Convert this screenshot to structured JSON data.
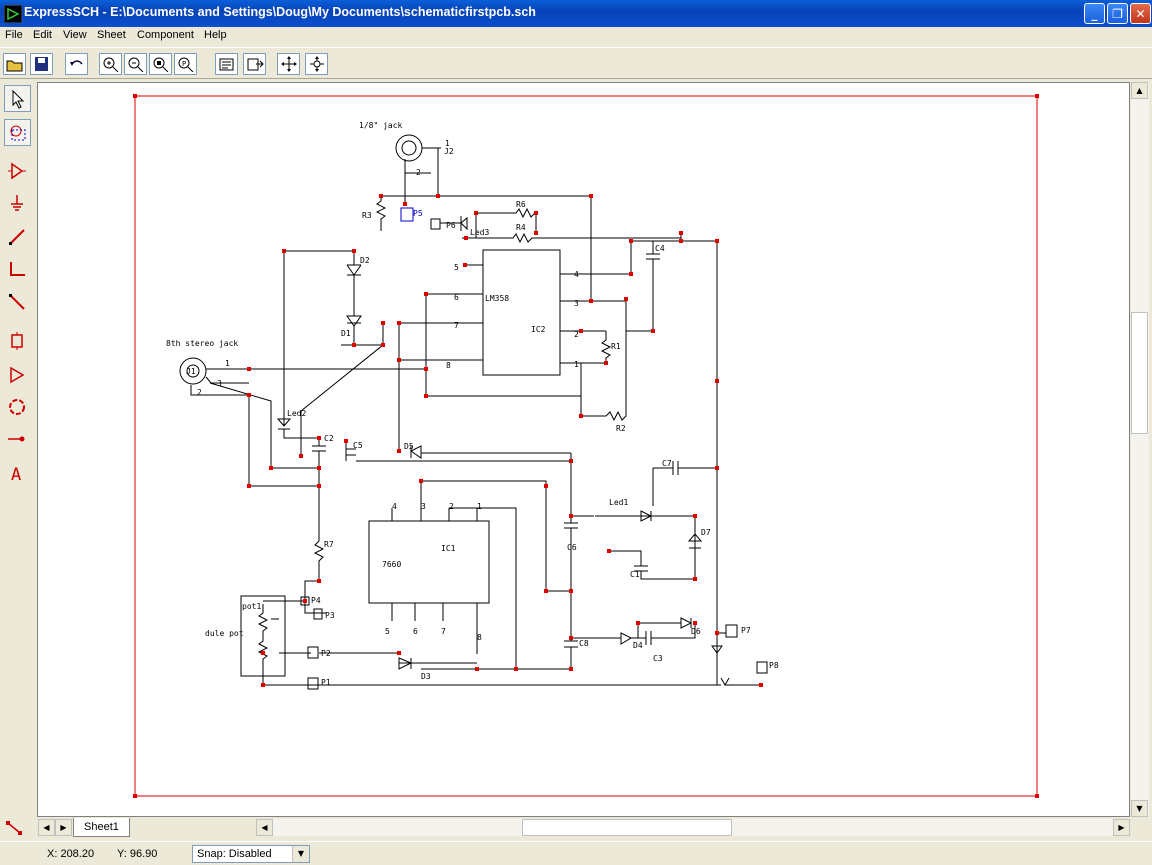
{
  "window": {
    "title": "ExpressSCH - E:\\Documents and Settings\\Doug\\My Documents\\schematicfirstpcb.sch"
  },
  "menu": [
    "File",
    "Edit",
    "View",
    "Sheet",
    "Component",
    "Help"
  ],
  "toolbar": {
    "icons": [
      "open-icon",
      "save-icon",
      "undo-icon",
      "zoom-in-icon",
      "zoom-out-icon",
      "zoom-fit-icon",
      "zoom-previous-icon",
      "properties-icon",
      "netlist-icon",
      "pan-icon",
      "route-icon"
    ]
  },
  "tools": {
    "icons": [
      "select-icon",
      "zoom-area-icon",
      "component-icon",
      "ground-icon",
      "wire-icon",
      "corner-wire-icon",
      "diagonal-wire-icon",
      "part-icon",
      "buffer-icon",
      "circle-icon",
      "pin-icon",
      "text-icon"
    ]
  },
  "schematic": {
    "labels": {
      "jack18": "1/8\" jack",
      "j2": "J2",
      "j2pin1": "1",
      "j2pin2": "2",
      "r3": "R3",
      "p5": "P5",
      "p6": "P6",
      "r6": "R6",
      "r4": "R4",
      "led3": "Led3",
      "c4": "C4",
      "d2": "D2",
      "d1": "D1",
      "lm358": "LM358",
      "ic2": "IC2",
      "pin5": "5",
      "pin6": "6",
      "pin7": "7",
      "pin8": "8",
      "pin4": "4",
      "pin3": "3",
      "pin2": "2",
      "pin1": "1",
      "r1": "R1",
      "r2": "R2",
      "stereo": "8th stereo jack",
      "j1": "J1",
      "j1p1": "1",
      "j1p2": "2",
      "j1p3": "3",
      "led2": "Led2",
      "c2": "C2",
      "c5": "C5",
      "d5": "D5",
      "c7": "C7",
      "led1": "Led1",
      "d7": "D7",
      "ic1": "IC1",
      "n7660": "7660",
      "ic1p4": "4",
      "ic1p3": "3",
      "ic1p2": "2",
      "ic1p1": "1",
      "ic1p5": "5",
      "ic1p6": "6",
      "ic1p7": "7",
      "ic1p8": "8",
      "c6": "C6",
      "c1": "C1",
      "r7": "R7",
      "pot1": "pot1",
      "dualpot": "dule pot",
      "p4": "P4",
      "p3": "P3",
      "p2": "P2",
      "p1": "P1",
      "d3": "D3",
      "c8": "C8",
      "d4": "D4",
      "d6": "D6",
      "c3": "C3",
      "p7": "P7",
      "p8": "P8"
    }
  },
  "sheet_tab": "Sheet1",
  "status": {
    "x": "X: 208.20",
    "y": "Y: 96.90",
    "snap": "Snap:  Disabled"
  }
}
